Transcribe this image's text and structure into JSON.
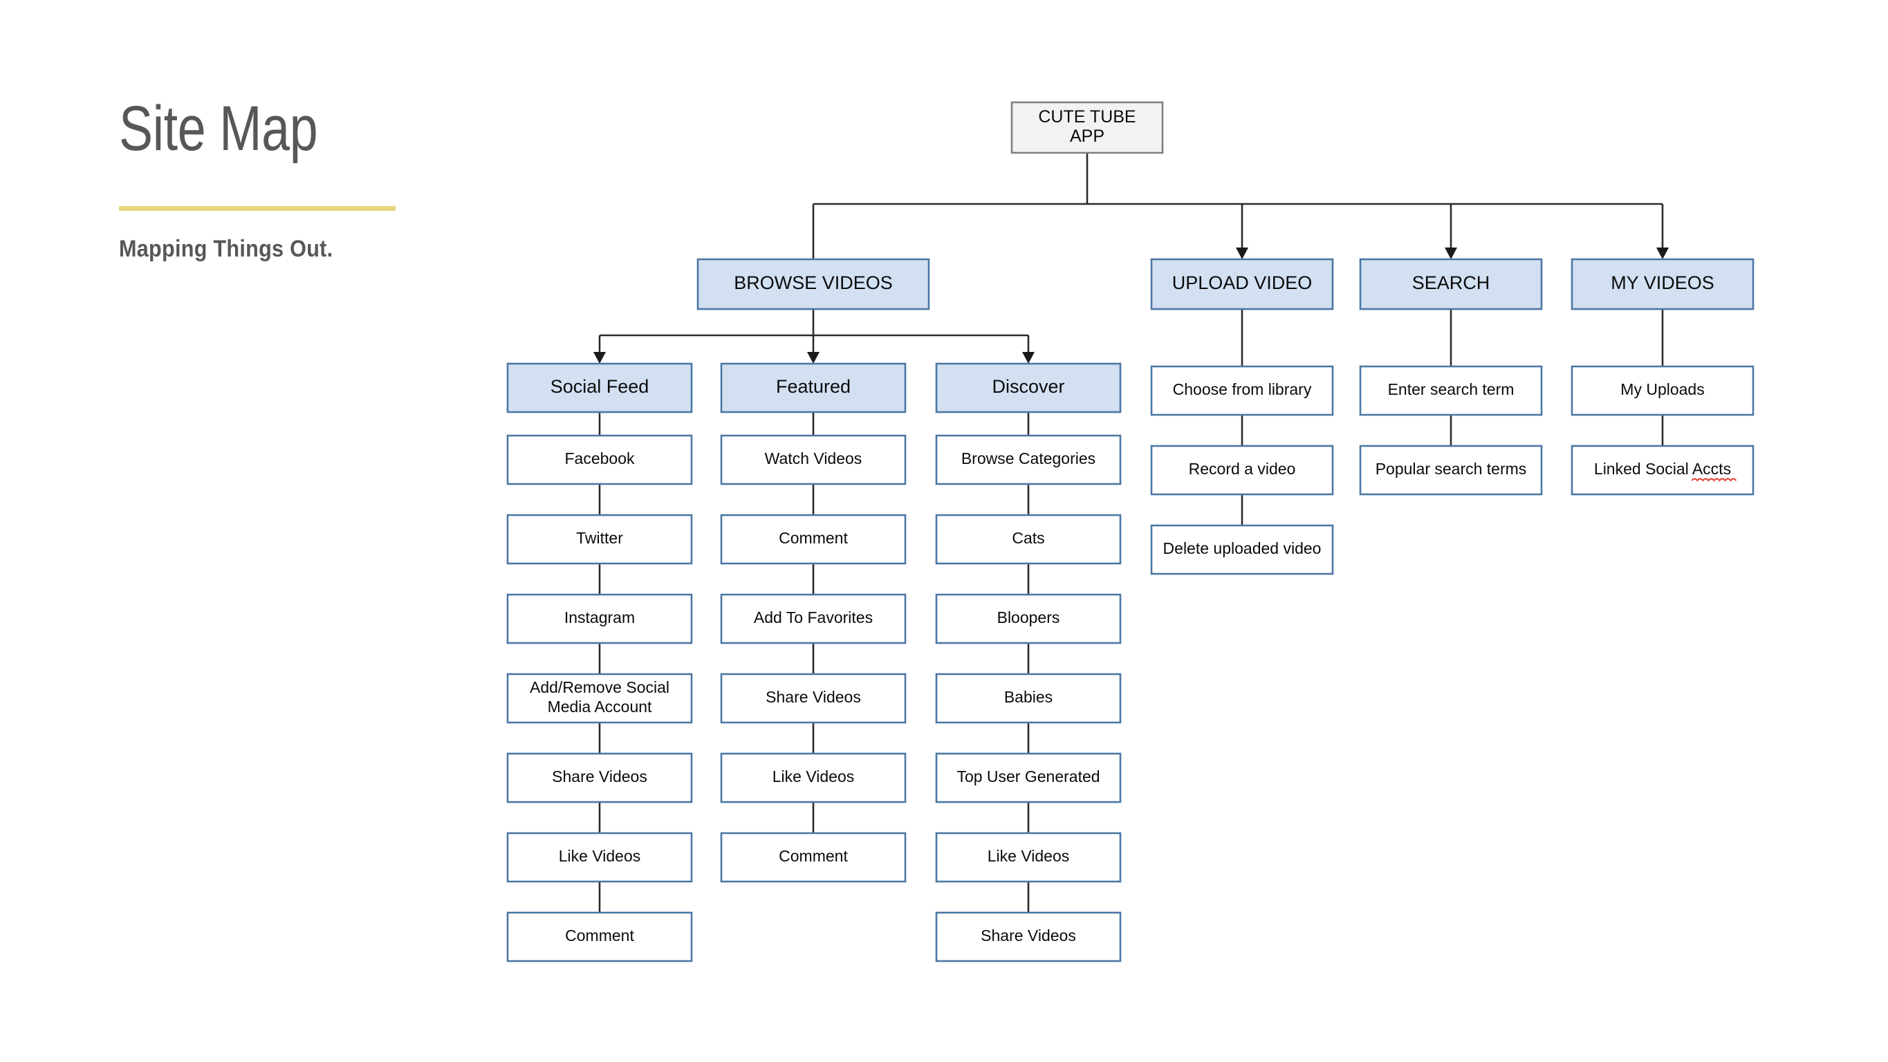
{
  "slide": {
    "title": "Site Map",
    "subtitle": "Mapping Things Out.",
    "accent_rule_color": "#e8d780",
    "title_color": "#575757",
    "background_color": "#ffffff"
  },
  "palette": {
    "root_fill": "#f2f2f2",
    "root_stroke": "#808080",
    "branch_fill": "#d2e0f2",
    "branch_stroke": "#4c77a4",
    "leaf_fill": "#ffffff",
    "leaf_stroke": "#4c77a4",
    "connector": "#2b2b2b",
    "spellcheck_underline": "#e24a3f"
  },
  "diagram": {
    "root": {
      "label_line1": "CUTE TUBE",
      "label_line2": "APP"
    },
    "columns": [
      {
        "id": "browse-videos",
        "header": "BROWSE VIDEOS",
        "subcolumns": [
          {
            "id": "social-feed",
            "header": "Social Feed",
            "items": [
              "Facebook",
              "Twitter",
              "Instagram",
              "Add/Remove Social|Media Account",
              "Share Videos",
              "Like Videos",
              "Comment"
            ]
          },
          {
            "id": "featured",
            "header": "Featured",
            "items": [
              "Watch Videos",
              "Comment",
              "Add To Favorites",
              "Share Videos",
              "Like Videos",
              "Comment"
            ]
          },
          {
            "id": "discover",
            "header": "Discover",
            "items": [
              "Browse Categories",
              "Cats",
              "Bloopers",
              "Babies",
              "Top User Generated",
              "Like Videos",
              "Share Videos"
            ]
          }
        ]
      },
      {
        "id": "upload-video",
        "header": "UPLOAD VIDEO",
        "items": [
          "Choose from library",
          "Record a video",
          "Delete uploaded video"
        ]
      },
      {
        "id": "search",
        "header": "SEARCH",
        "items": [
          "Enter search term",
          "Popular search terms"
        ]
      },
      {
        "id": "my-videos",
        "header": "MY VIDEOS",
        "items": [
          "My Uploads",
          "Linked Social Accts"
        ],
        "spellchecked_items": [
          "Linked Social Accts"
        ]
      }
    ]
  }
}
